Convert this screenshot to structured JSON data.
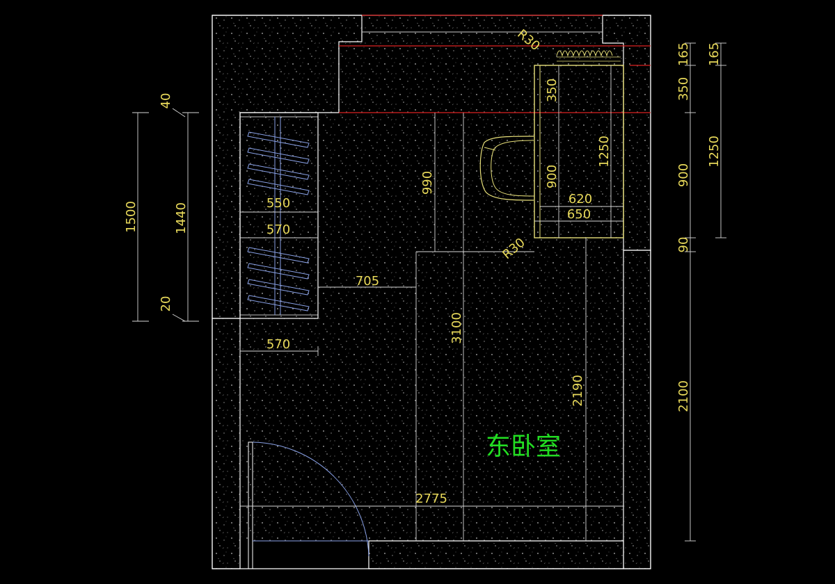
{
  "room_label": "东卧室",
  "colors": {
    "background": "#000000",
    "wall_outline": "#ffffff",
    "dimension_text": "#e8d95a",
    "dimension_line": "#d8d8d8",
    "room_label": "#22dd22",
    "curtain_line": "#dd2222",
    "wardrobe_hanger": "#8aa2e8",
    "desk_outline": "#e8e07a"
  },
  "dimensions": {
    "wall_left_1500": "1500",
    "wall_left_1440": "1440",
    "wall_left_40": "40",
    "wall_left_20": "20",
    "wardrobe_depth_550": "550",
    "wardrobe_depth_570_inner": "570",
    "wardrobe_depth_570_outer": "570",
    "aisle_705": "705",
    "chair_offset_990": "990",
    "depth_3100": "3100",
    "desk_chair_900": "900",
    "desk_upper_350": "350",
    "desk_1250_inner": "1250",
    "desk_width_620": "620",
    "desk_width_650": "650",
    "radius_top": "R30",
    "radius_bottom": "R30",
    "right_2190": "2190",
    "width_2775": "2775",
    "right_col1_165": "165",
    "right_col1_350": "350",
    "right_col1_900": "900",
    "right_col1_90": "90",
    "right_col1_2100": "2100",
    "right_col2_165": "165",
    "right_col2_1250": "1250"
  }
}
